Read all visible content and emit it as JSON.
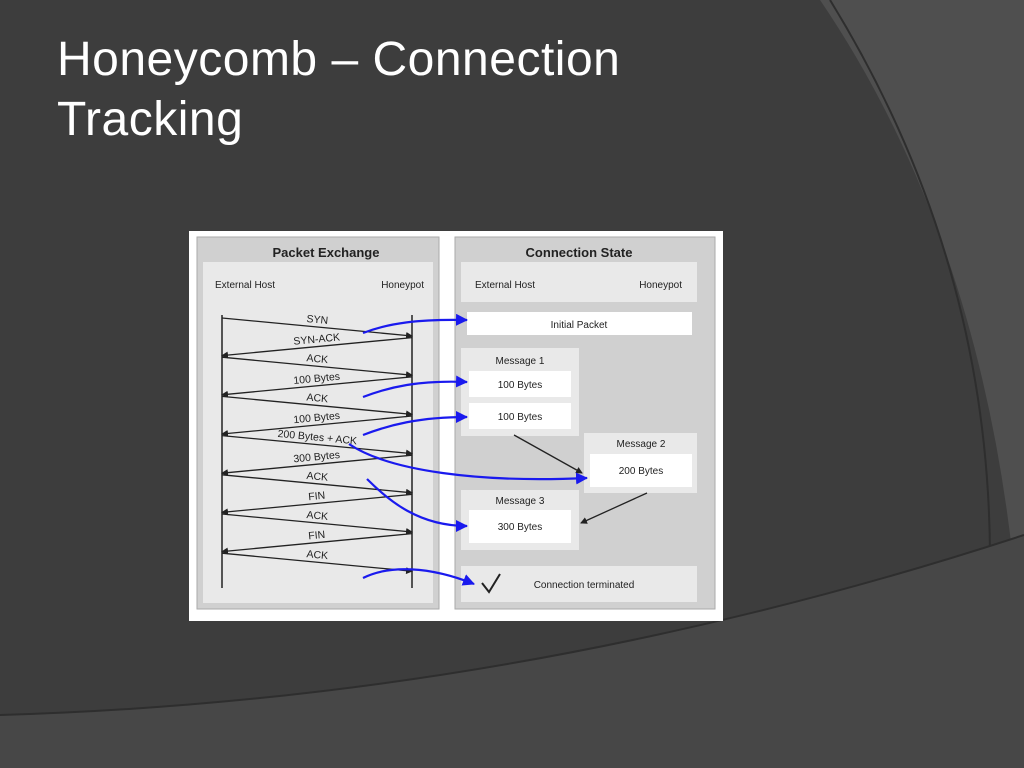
{
  "slide": {
    "title_lines": [
      "Honeycomb – Connection",
      "Tracking"
    ]
  },
  "colors": {
    "background": "#3d3d3d",
    "arc_light": "#4f4f4f",
    "arrow_blue": "#1a1aee",
    "panel_gray": "#d0d0d0"
  },
  "diagram": {
    "left_panel": {
      "title": "Packet Exchange",
      "col_left": "External Host",
      "col_right": "Honeypot",
      "packets": [
        "SYN",
        "SYN-ACK",
        "ACK",
        "100 Bytes",
        "ACK",
        "100 Bytes",
        "200 Bytes + ACK",
        "300 Bytes",
        "ACK",
        "FIN",
        "ACK",
        "FIN",
        "ACK"
      ]
    },
    "right_panel": {
      "title": "Connection State",
      "col_left": "External Host",
      "col_right": "Honeypot",
      "initial_packet": "Initial Packet",
      "message1": {
        "label": "Message 1",
        "box1": "100 Bytes",
        "box2": "100 Bytes"
      },
      "message2": {
        "label": "Message 2",
        "box": "200 Bytes"
      },
      "message3": {
        "label": "Message 3",
        "box": "300 Bytes"
      },
      "terminated": "Connection terminated",
      "check_icon": "check-icon"
    }
  }
}
